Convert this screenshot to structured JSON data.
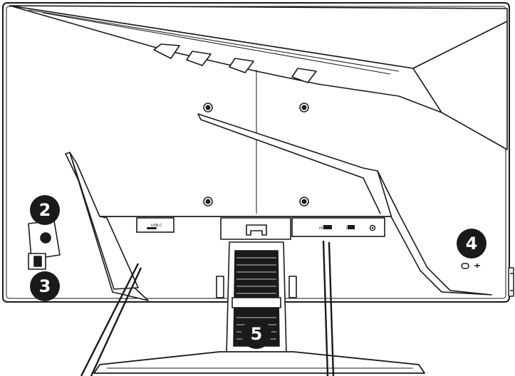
{
  "figure": {
    "callouts": [
      {
        "id": "2",
        "label": "2"
      },
      {
        "id": "3",
        "label": "3"
      },
      {
        "id": "4",
        "label": "4"
      },
      {
        "id": "5",
        "label": "5"
      }
    ],
    "port_labels": {
      "usb_c": "USB-C",
      "hdmi": "HDMI™",
      "dp": "DP"
    },
    "colors": {
      "outline": "#1a1a1a",
      "fill": "#ffffff",
      "callout_fill": "#1a1a1a",
      "callout_text": "#ffffff"
    }
  }
}
